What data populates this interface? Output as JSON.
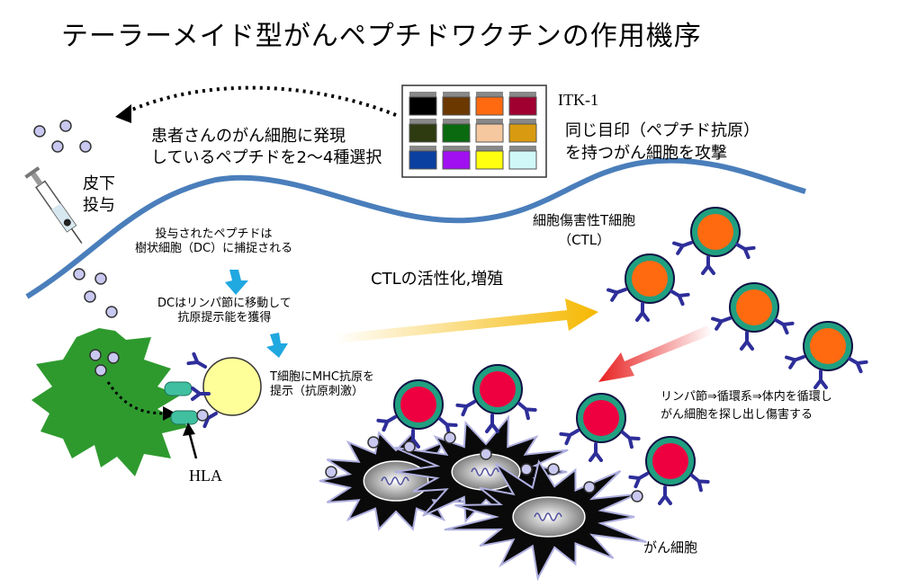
{
  "title": "テーラーメイド型がんペプチドワクチンの作用機序",
  "labels": {
    "peptide_selection": "患者さんのがん細胞に発現\nしているペプチドを2〜4種選択",
    "itk": "ITK-1",
    "same_target": "同じ目印（ペプチド抗原）\nを持つがん細胞を攻撃",
    "subcutaneous": "皮下\n投与",
    "dc_capture": "投与されたペプチドは\n樹状細胞（DC）に捕捉される",
    "dc_migrate": "DCはリンパ節に移動して\n抗原提示能を獲得",
    "mhc_present": "T細胞にMHC抗原を\n提示（抗原刺激）",
    "hla": "HLA",
    "ctl_activation": "CTLの活性化,増殖",
    "ctl_name": "細胞傷害性T細胞\n（CTL）",
    "circulation": "リンパ節⇒循環系⇒体内を循環し\nがん細胞を探し出し傷害する",
    "cancer_cell": "がん細胞"
  },
  "colors": {
    "skin_line": "#4a7ebb",
    "dendritic_cell": "#2e9a2e",
    "ctl_body": "#ff6a10",
    "ctl_ring": "#20a080",
    "attack_cell_body": "#ee0040",
    "attack_cell_ring": "#20a080",
    "receptor": "#2e2e9a",
    "peptide": "#c8c8f0",
    "t_cell": "#ffff99",
    "cancer_spiky": "#0a0a0a",
    "activation_arrow": "#f5b800",
    "attack_arrow": "#e82020"
  },
  "vials": [
    "#000000",
    "#6b3800",
    "#ff6a10",
    "#a00030",
    "#2e3a10",
    "#0a6a10",
    "#f5c8a0",
    "#d89a10",
    "#0a40a0",
    "#a010f0",
    "#ffff10",
    "#d0f8f8"
  ]
}
